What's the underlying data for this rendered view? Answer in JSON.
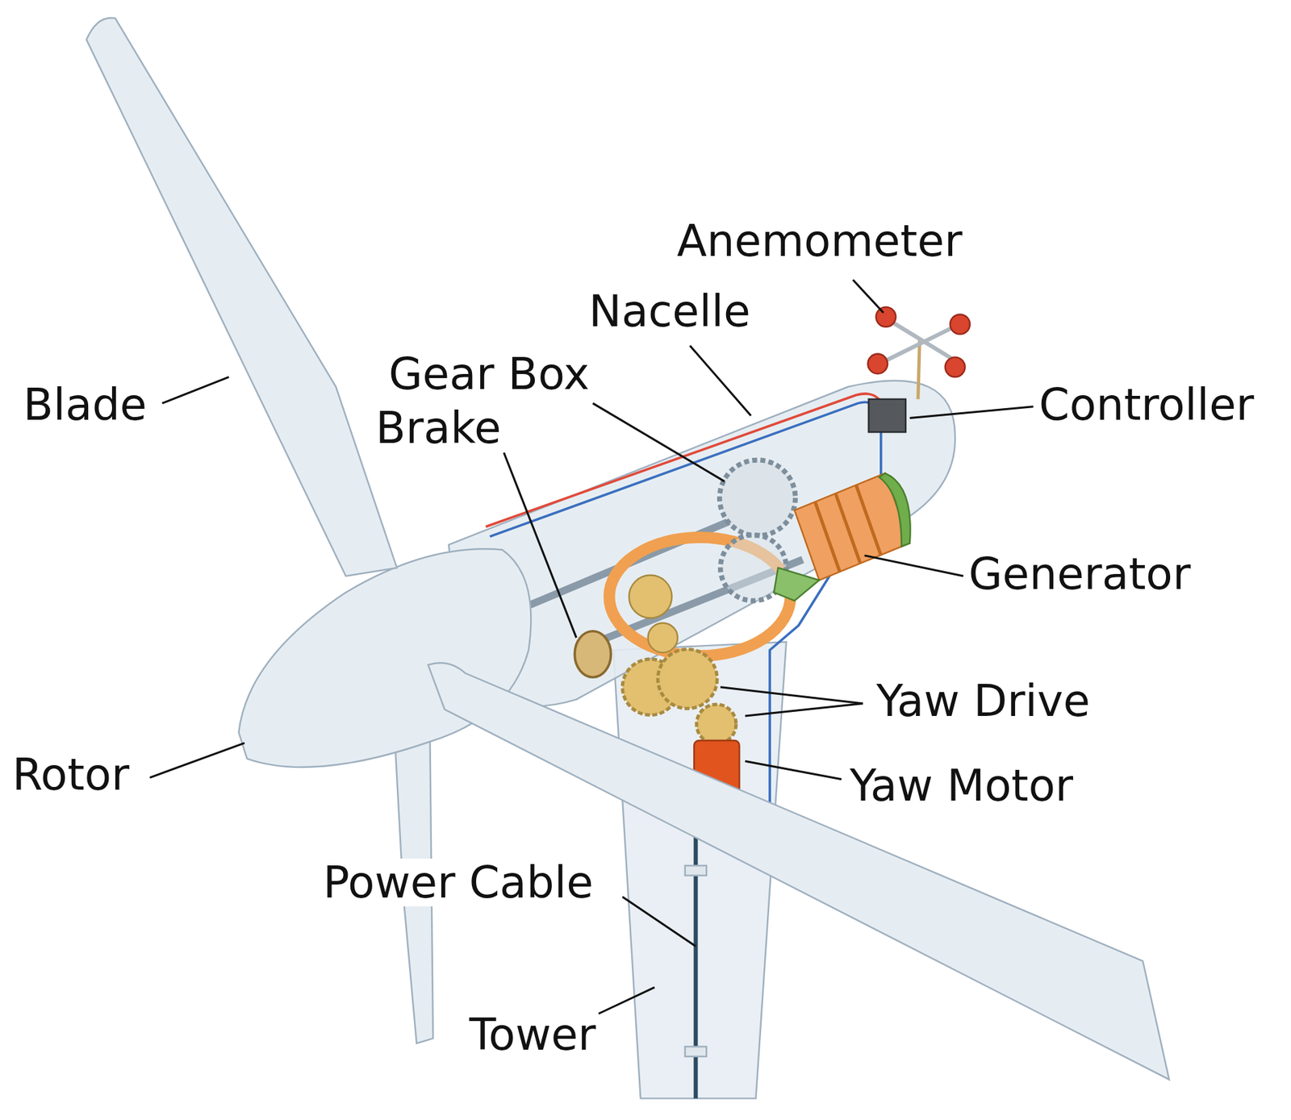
{
  "diagram": {
    "labels": [
      "Anemometer",
      "Nacelle",
      "Gear Box",
      "Blade",
      "Controller",
      "Brake",
      "Generator",
      "Yaw Drive",
      "Rotor",
      "Yaw Motor",
      "Power Cable",
      "Tower"
    ]
  }
}
